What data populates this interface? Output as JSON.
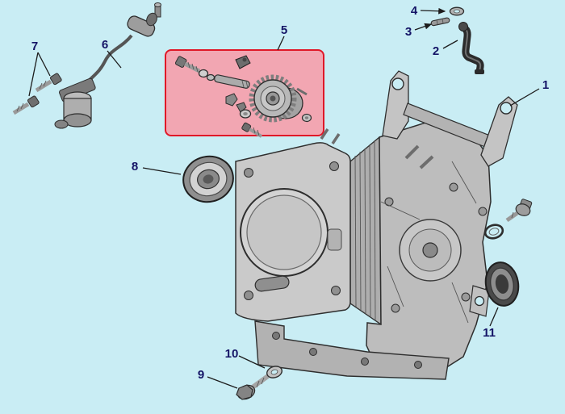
{
  "diagram": {
    "background_color": "#c9edf4",
    "highlight_fill": "#f2a6b2",
    "highlight_border": "#e01828",
    "label_color": "#141466",
    "callouts": [
      {
        "label": "1"
      },
      {
        "label": "2"
      },
      {
        "label": "3"
      },
      {
        "label": "4"
      },
      {
        "label": "5"
      },
      {
        "label": "6"
      },
      {
        "label": "7"
      },
      {
        "label": "8"
      },
      {
        "label": "9"
      },
      {
        "label": "10"
      },
      {
        "label": "11"
      }
    ]
  }
}
